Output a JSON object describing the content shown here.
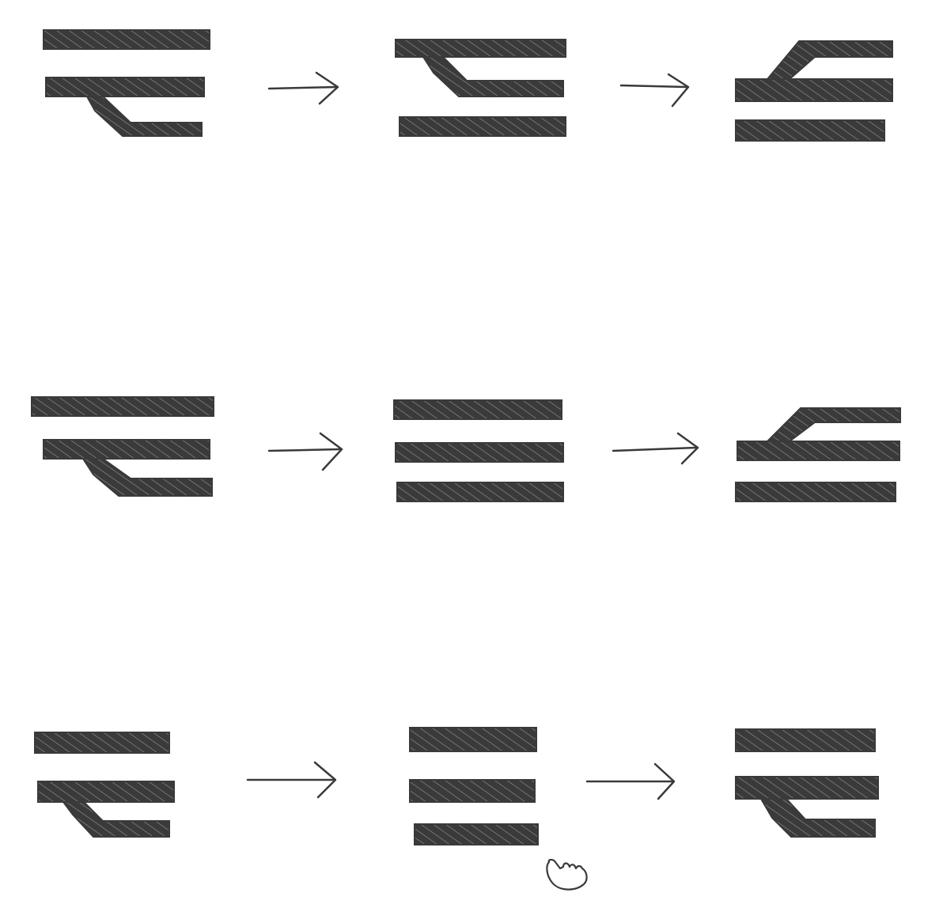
{
  "diagram": {
    "rows": [
      {
        "id": "row-1",
        "states": [
          {
            "shape": "branch-down"
          },
          {
            "shape": "branch-up-from-top"
          },
          {
            "shape": "branch-up"
          }
        ]
      },
      {
        "id": "row-2",
        "states": [
          {
            "shape": "branch-down"
          },
          {
            "shape": "three-bars"
          },
          {
            "shape": "branch-up"
          }
        ]
      },
      {
        "id": "row-3",
        "states": [
          {
            "shape": "branch-down"
          },
          {
            "shape": "three-bars"
          },
          {
            "shape": "branch-down"
          }
        ]
      }
    ],
    "transition_arrow": "right-arrow",
    "cursor_icon": "hand-pointer-icon"
  },
  "colors": {
    "ink": "#3a3a3a",
    "paper": "#ffffff"
  }
}
